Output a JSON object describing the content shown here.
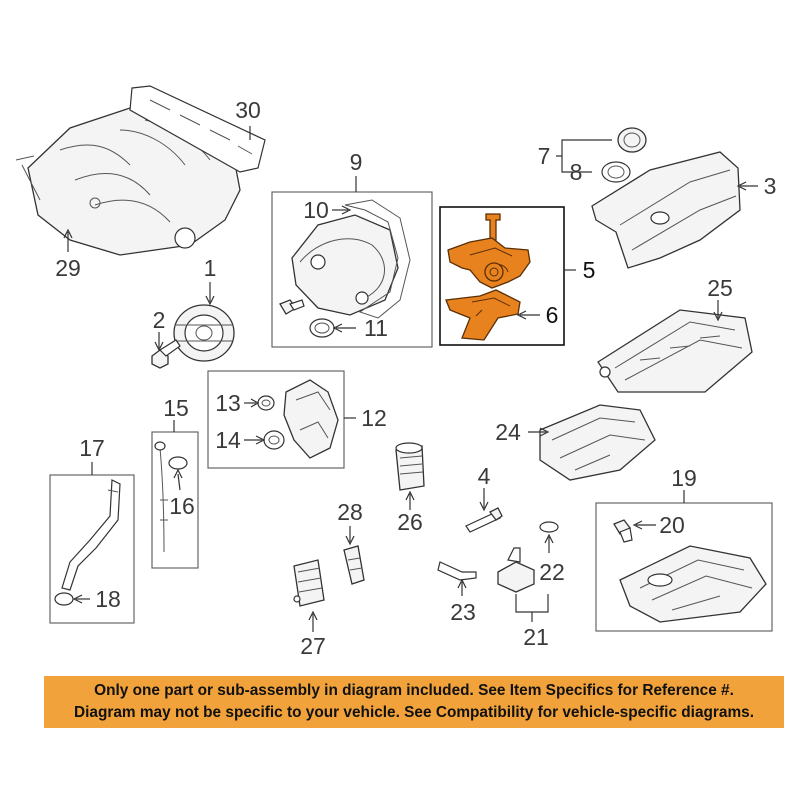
{
  "callouts": {
    "n1": "1",
    "n2": "2",
    "n3": "3",
    "n4": "4",
    "n5": "5",
    "n6": "6",
    "n7": "7",
    "n8": "8",
    "n9": "9",
    "n10": "10",
    "n11": "11",
    "n12": "12",
    "n13": "13",
    "n14": "14",
    "n15": "15",
    "n16": "16",
    "n17": "17",
    "n18": "18",
    "n19": "19",
    "n20": "20",
    "n21": "21",
    "n22": "22",
    "n23": "23",
    "n24": "24",
    "n25": "25",
    "n26": "26",
    "n27": "27",
    "n28": "28",
    "n29": "29",
    "n30": "30"
  },
  "highlight": {
    "color": "#e8821e",
    "items": [
      "5",
      "6"
    ]
  },
  "disclaimer": {
    "line1": "Only one part or sub-assembly in diagram included. See Item Specifics for Reference #.",
    "line2": "Diagram may not be specific to your vehicle. See Compatibility for vehicle-specific diagrams.",
    "background": "#f2a23a"
  }
}
